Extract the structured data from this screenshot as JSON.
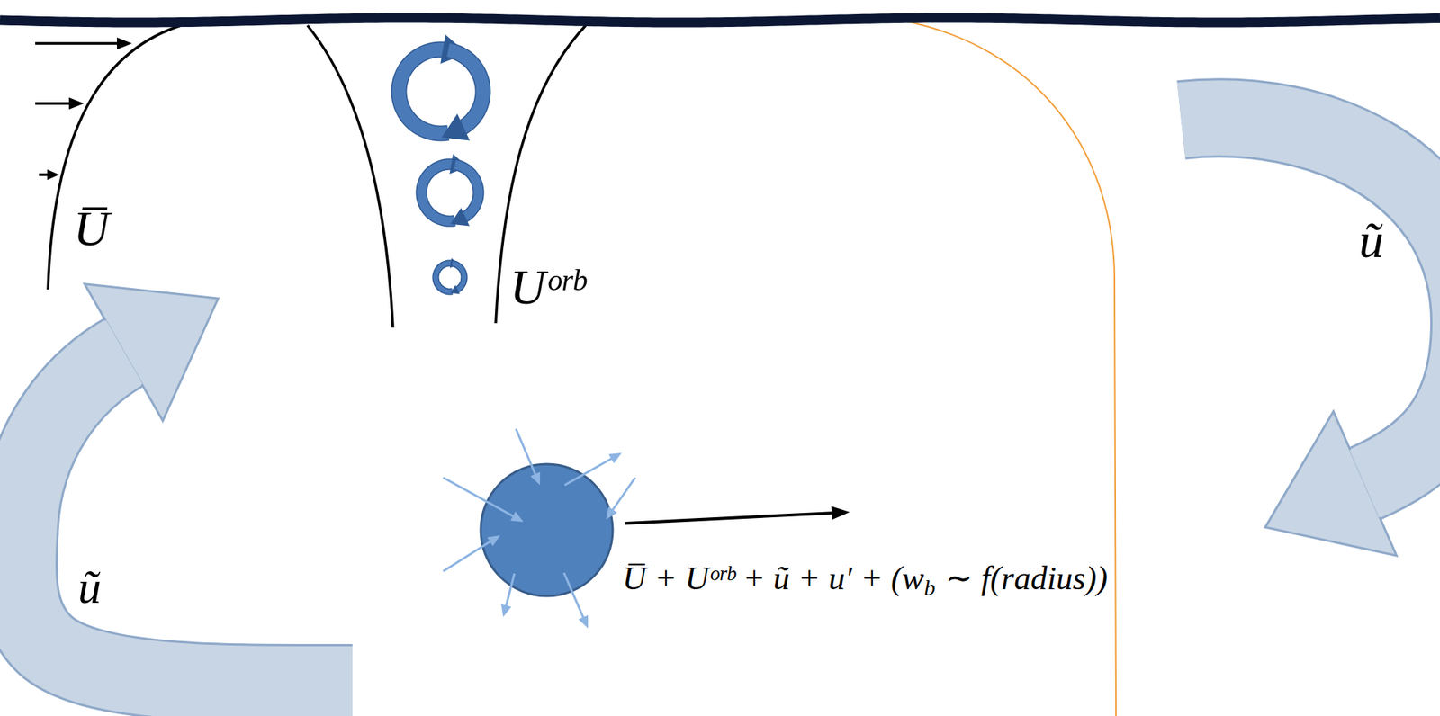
{
  "diagram": {
    "labels": [
      "U̅",
      "Uᵒʳᵇ",
      "ũ",
      "ũ",
      "U̅ + Uᵒʳᵇ + ũ + u′ + (w",
      "b",
      "∼ f(radius))"
    ]
  }
}
